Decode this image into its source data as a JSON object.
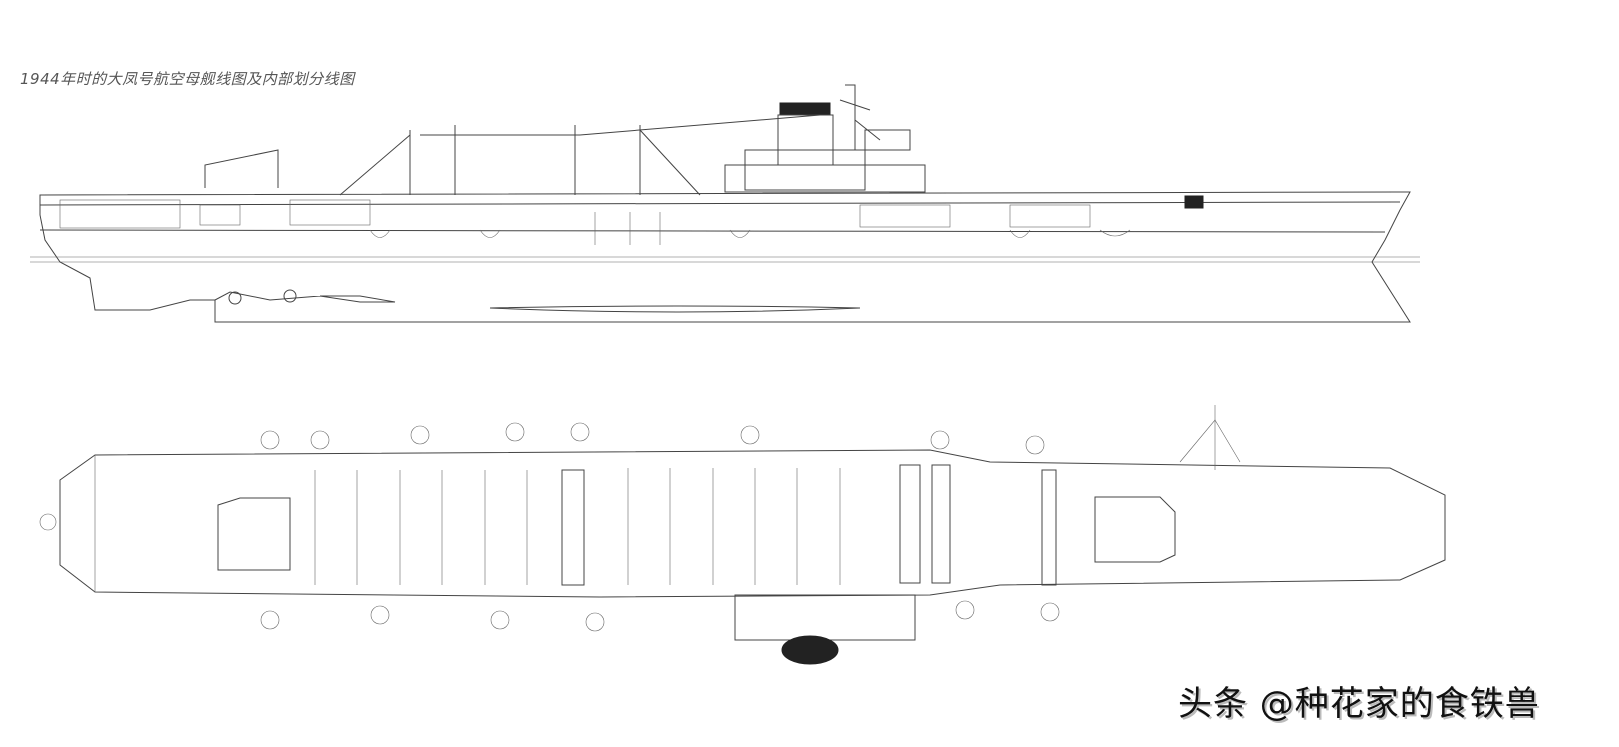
{
  "title": "1944年时的大凤号航空母舰线图及内部划分线图",
  "watermark": "头条 @种花家的食铁兽",
  "drawings": {
    "side_profile": "side-elevation",
    "plan_view": "flight-deck-plan"
  },
  "colors": {
    "line": "#444444",
    "background": "#ffffff"
  }
}
